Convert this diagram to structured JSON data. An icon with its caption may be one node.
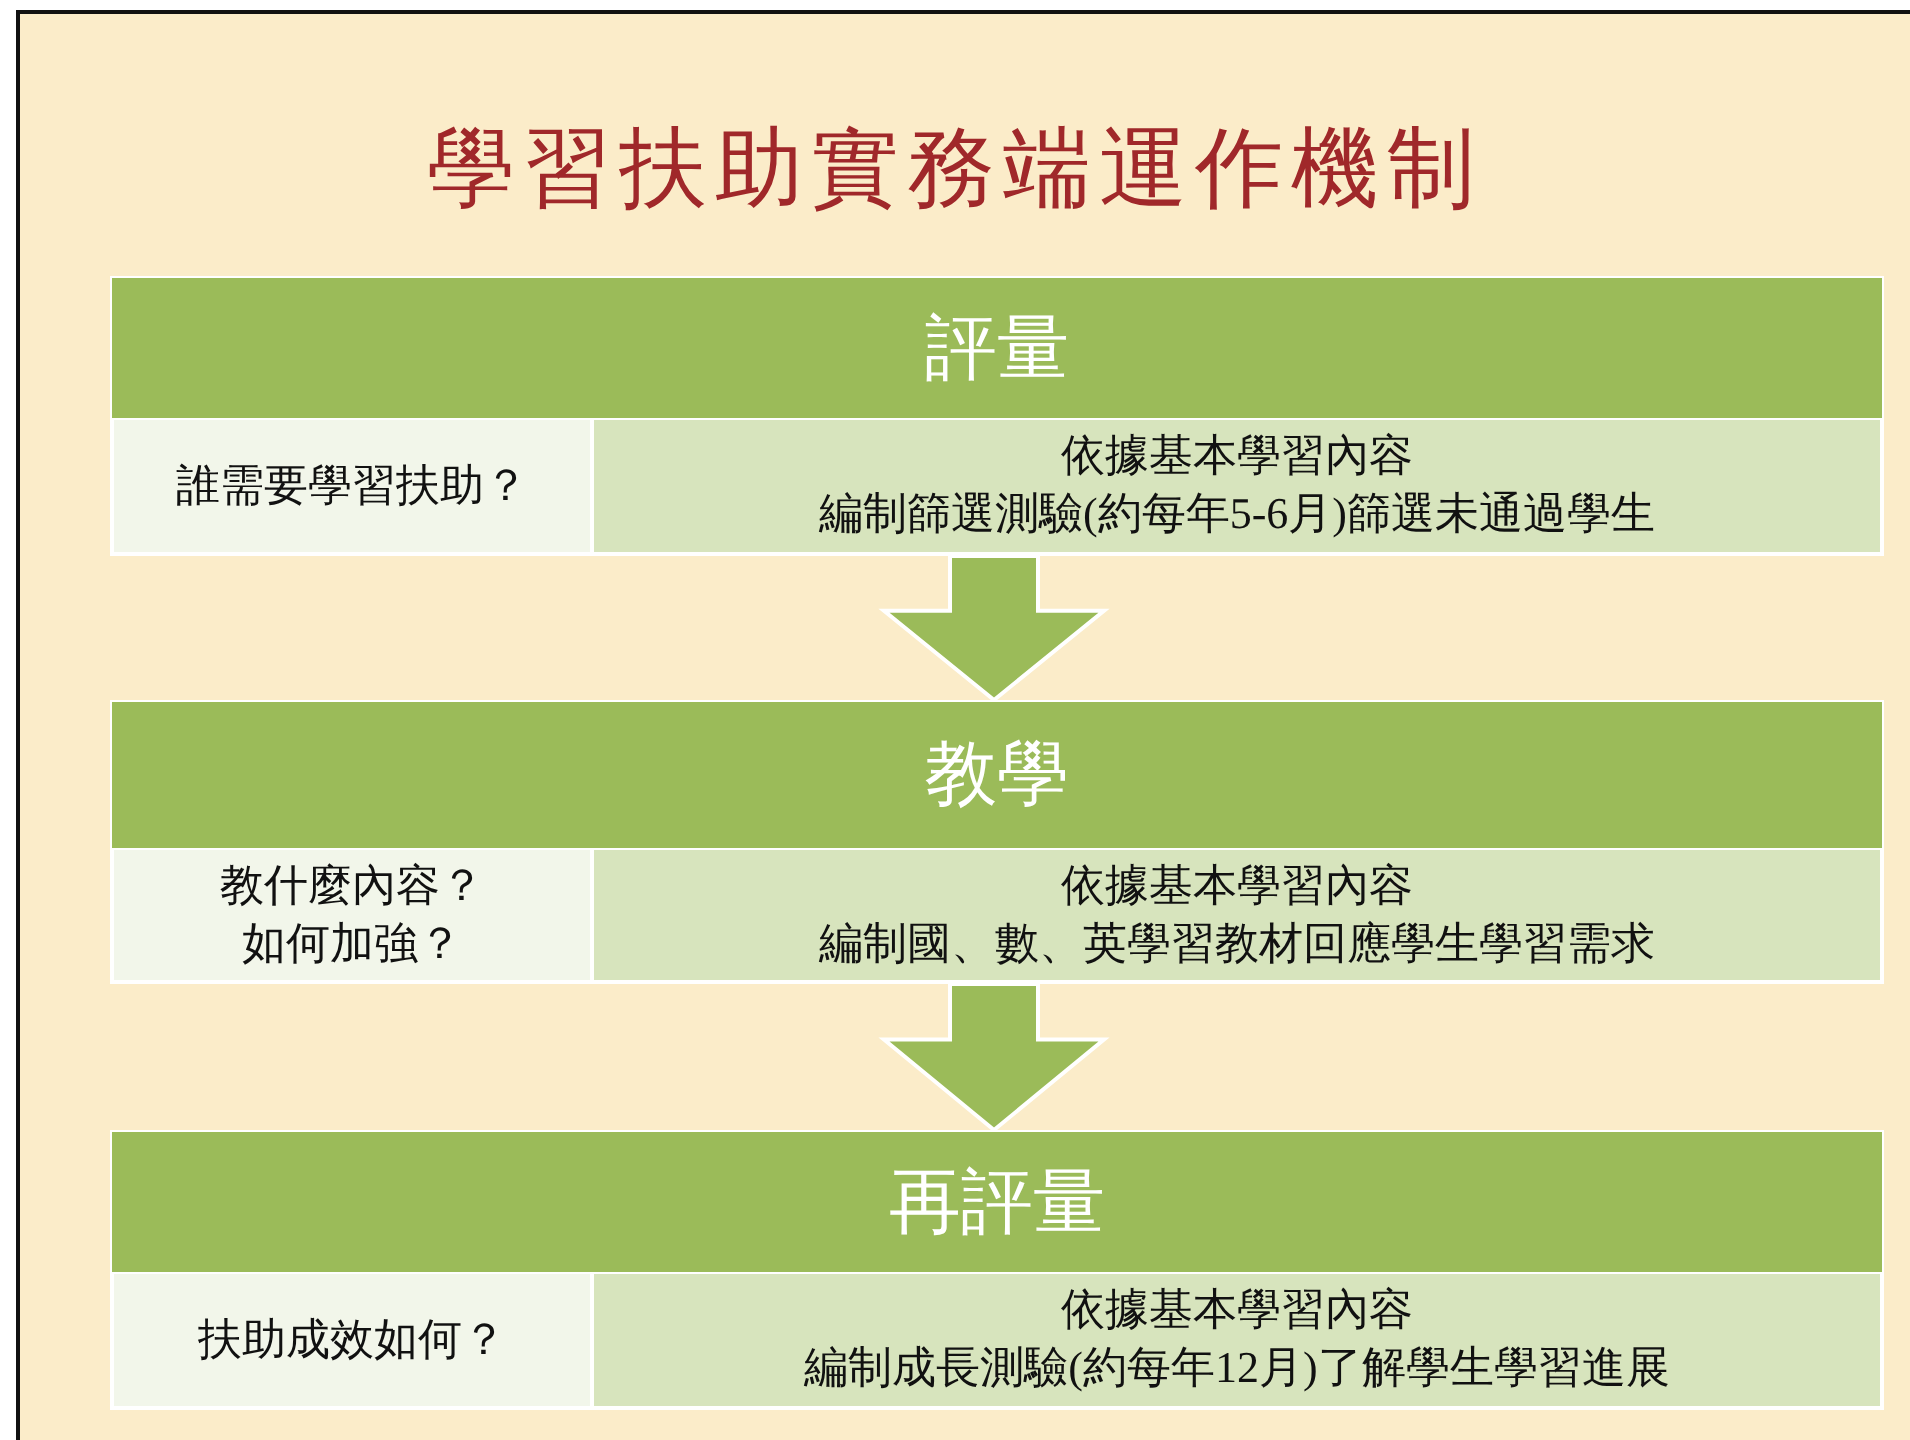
{
  "diagram": {
    "title": "學習扶助實務端運作機制",
    "nodes": [
      {
        "text": [
          "評量"
        ]
      },
      {
        "text": [
          "誰需要學習扶助？"
        ],
        "in": 0
      },
      {
        "text": [
          "依據基本學習內容",
          "編制篩選測驗(約每年5-6月)篩選未通過學生"
        ],
        "in": 0
      },
      {
        "text": [
          "教學"
        ]
      },
      {
        "text": [
          "教什麼內容？",
          "如何加強？"
        ],
        "in": 3
      },
      {
        "text": [
          "依據基本學習內容",
          "編制國、數、英學習教材回應學生學習需求"
        ],
        "in": 3
      },
      {
        "text": [
          "再評量"
        ]
      },
      {
        "text": [
          "扶助成效如何？"
        ],
        "in": 6
      },
      {
        "text": [
          "依據基本學習內容",
          "編制成長測驗(約每年12月)了解學生學習進展"
        ],
        "in": 6
      }
    ],
    "edges": [
      {
        "from": 0,
        "to": 3,
        "arrow": "to"
      },
      {
        "from": 3,
        "to": 6,
        "arrow": "to"
      }
    ]
  }
}
